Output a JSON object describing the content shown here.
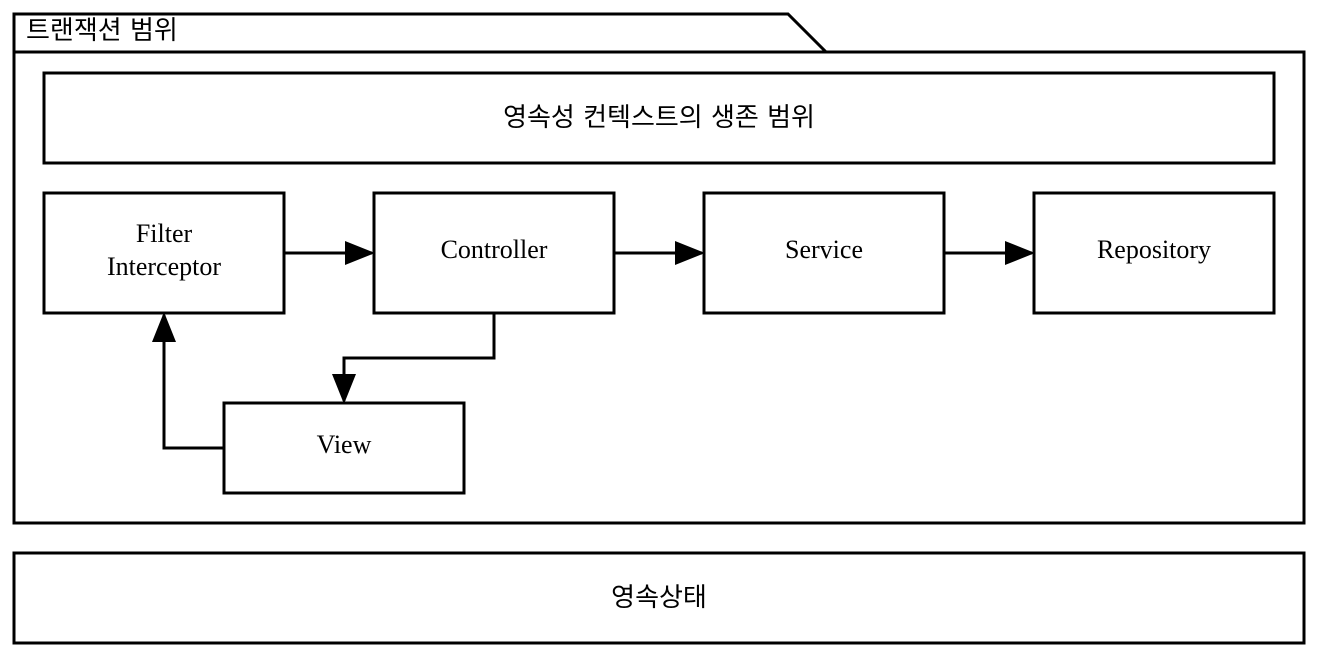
{
  "transaction_scope": {
    "label": "트랜잭션 범위"
  },
  "persistence_context": {
    "label": "영속성 컨텍스트의 생존 범위"
  },
  "nodes": {
    "filter": {
      "line1": "Filter",
      "line2": "Interceptor"
    },
    "controller": {
      "label": "Controller"
    },
    "service": {
      "label": "Service"
    },
    "repository": {
      "label": "Repository"
    },
    "view": {
      "label": "View"
    }
  },
  "persistent_state": {
    "label": "영속상태"
  }
}
